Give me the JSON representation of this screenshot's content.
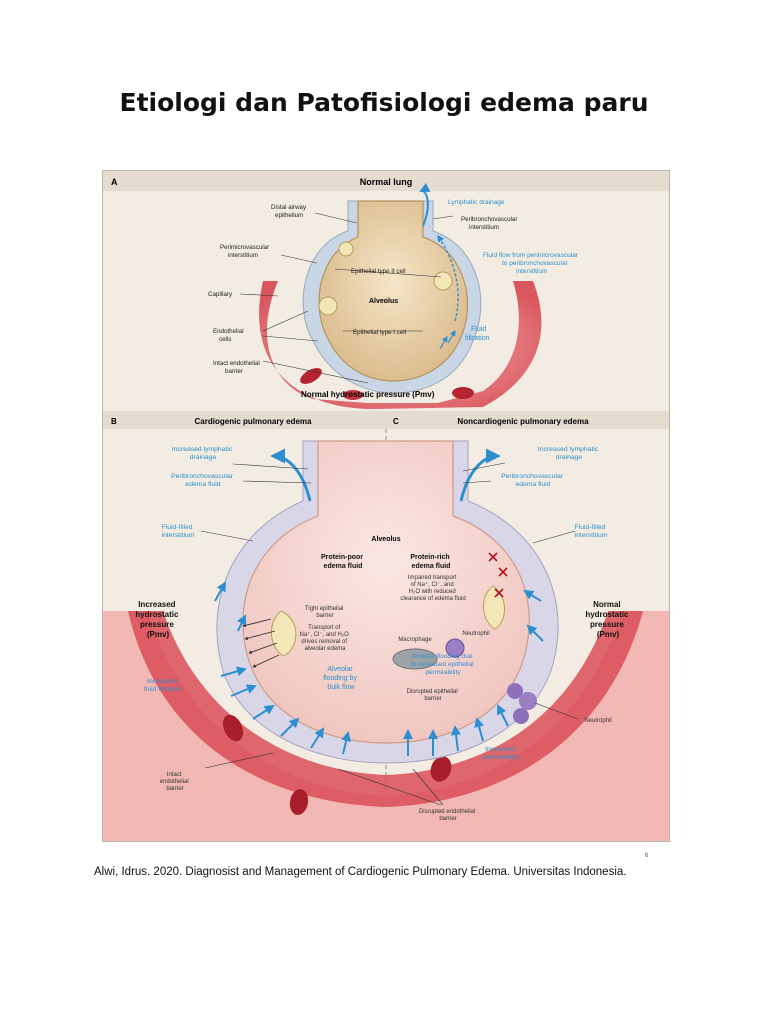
{
  "page": {
    "title": "Etiologi dan Patofisiologi edema paru",
    "citation": "Alwi, Idrus. 2020. Diagnosist and Management of Cardiogenic Pulmonary Edema. Universitas Indonesia.",
    "page_mark": "6"
  },
  "panel_a": {
    "letter": "A",
    "title": "Normal lung",
    "labels": {
      "distal_airway": [
        "Distal airway",
        "epithelium"
      ],
      "perimicrovascular": [
        "Perimicrovascular",
        "interstitium"
      ],
      "capillary": "Capillary",
      "endothelial": [
        "Endothelial",
        "cells"
      ],
      "intact_barrier": [
        "Intact endothelial",
        "barrier"
      ],
      "alveolus": "Alveolus",
      "type2": "Epithelial type II cell",
      "type1": "Epithelial type I cell",
      "lymphatic": "Lymphatic drainage",
      "peribronch": [
        "Peribronchovascular",
        "interstitium"
      ],
      "fluid_flow": [
        "Fluid flow from perimicrovascular",
        "to peribronchovascular",
        "interstitium"
      ],
      "fluid_filtration": [
        "Fluid",
        "filtration"
      ],
      "pressure": "Normal hydrostatic pressure (Pmv)"
    }
  },
  "panel_b": {
    "letter": "B",
    "title": "Cardiogenic pulmonary edema",
    "labels": {
      "increased_lymphatic": [
        "Increased lymphatic",
        "drainage"
      ],
      "peribronch": [
        "Peribronchovascular",
        "edema fluid"
      ],
      "fluid_filled": [
        "Fluid-filled",
        "interstitium"
      ],
      "pressure": [
        "Increased",
        "hydrostatic",
        "pressure",
        "(Pmv)"
      ],
      "filtration": [
        "Increased",
        "fluid filtration"
      ],
      "intact_barrier": [
        "Intact",
        "endothelial",
        "barrier"
      ],
      "protein_poor": [
        "Protein-poor",
        "edema fluid"
      ],
      "tight": [
        "Tight epithelial",
        "barrier"
      ],
      "transport": [
        "Transport of",
        "Na⁺, Cl⁻, and H₂O",
        "drives removal of",
        "alveolar edema"
      ],
      "flooding": [
        "Alveolar",
        "flooding by",
        "bulk flow"
      ]
    }
  },
  "panel_c": {
    "letter": "C",
    "title": "Noncardiogenic pulmonary edema",
    "labels": {
      "increased_lymphatic": [
        "Increased lymphatic",
        "drainage"
      ],
      "peribronch": [
        "Peribronchovascular",
        "edema fluid"
      ],
      "fluid_filled": [
        "Fluid-filled",
        "interstitium"
      ],
      "pressure": [
        "Normal",
        "hydrostatic",
        "pressure",
        "(Pmv)"
      ],
      "protein_rich": [
        "Protein-rich",
        "edema fluid"
      ],
      "impaired": [
        "Impaired transport",
        "of Na⁺, Cl⁻, and",
        "H₂O with reduced",
        "clearance of edema fluid"
      ],
      "macrophage": "Macrophage",
      "neutrophil_inner": "Neutrophil",
      "flooding": [
        "Alveolar flooding due",
        "to increased epithelial",
        "permeability"
      ],
      "disrupted_epi": [
        "Disrupted epithelial",
        "barrier"
      ],
      "neutrophil_outer": "Neutrophil",
      "increased_perm": [
        "Increased",
        "permeability"
      ],
      "disrupted_endo": [
        "Disrupted endothelial",
        "barrier"
      ]
    }
  },
  "shared": {
    "alveolus": "Alveolus"
  },
  "colors": {
    "lymph_blue": "#2e8fd0",
    "vessel_red": "#d8454f",
    "alveolus_fill": "#ecd6b2",
    "figure_bg": "#f2ece2"
  }
}
